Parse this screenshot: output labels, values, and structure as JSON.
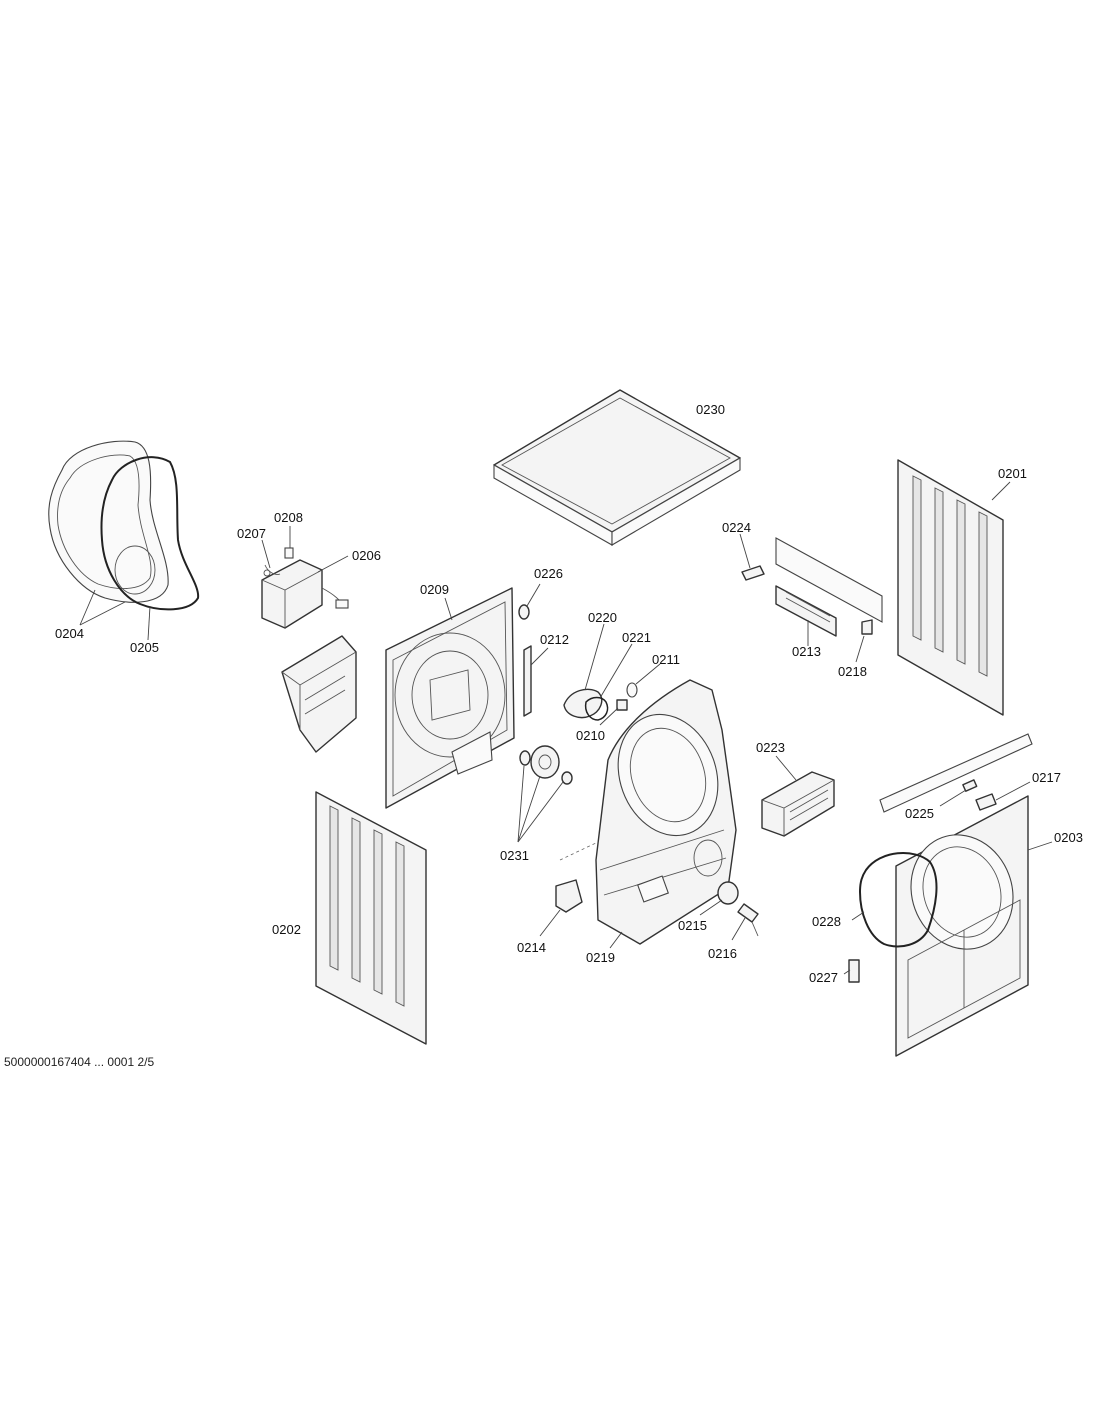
{
  "diagram": {
    "callouts": {
      "p0201": "0201",
      "p0202": "0202",
      "p0203": "0203",
      "p0204": "0204",
      "p0205": "0205",
      "p0206": "0206",
      "p0207": "0207",
      "p0208": "0208",
      "p0209": "0209",
      "p0210": "0210",
      "p0211": "0211",
      "p0212": "0212",
      "p0213": "0213",
      "p0214": "0214",
      "p0215": "0215",
      "p0216": "0216",
      "p0217": "0217",
      "p0218": "0218",
      "p0219": "0219",
      "p0220": "0220",
      "p0221": "0221",
      "p0223": "0223",
      "p0224": "0224",
      "p0225": "0225",
      "p0226": "0226",
      "p0227": "0227",
      "p0228": "0228",
      "p0230": "0230",
      "p0231": "0231"
    },
    "footer_code": "5000000167404 ... 0001 2/5"
  }
}
